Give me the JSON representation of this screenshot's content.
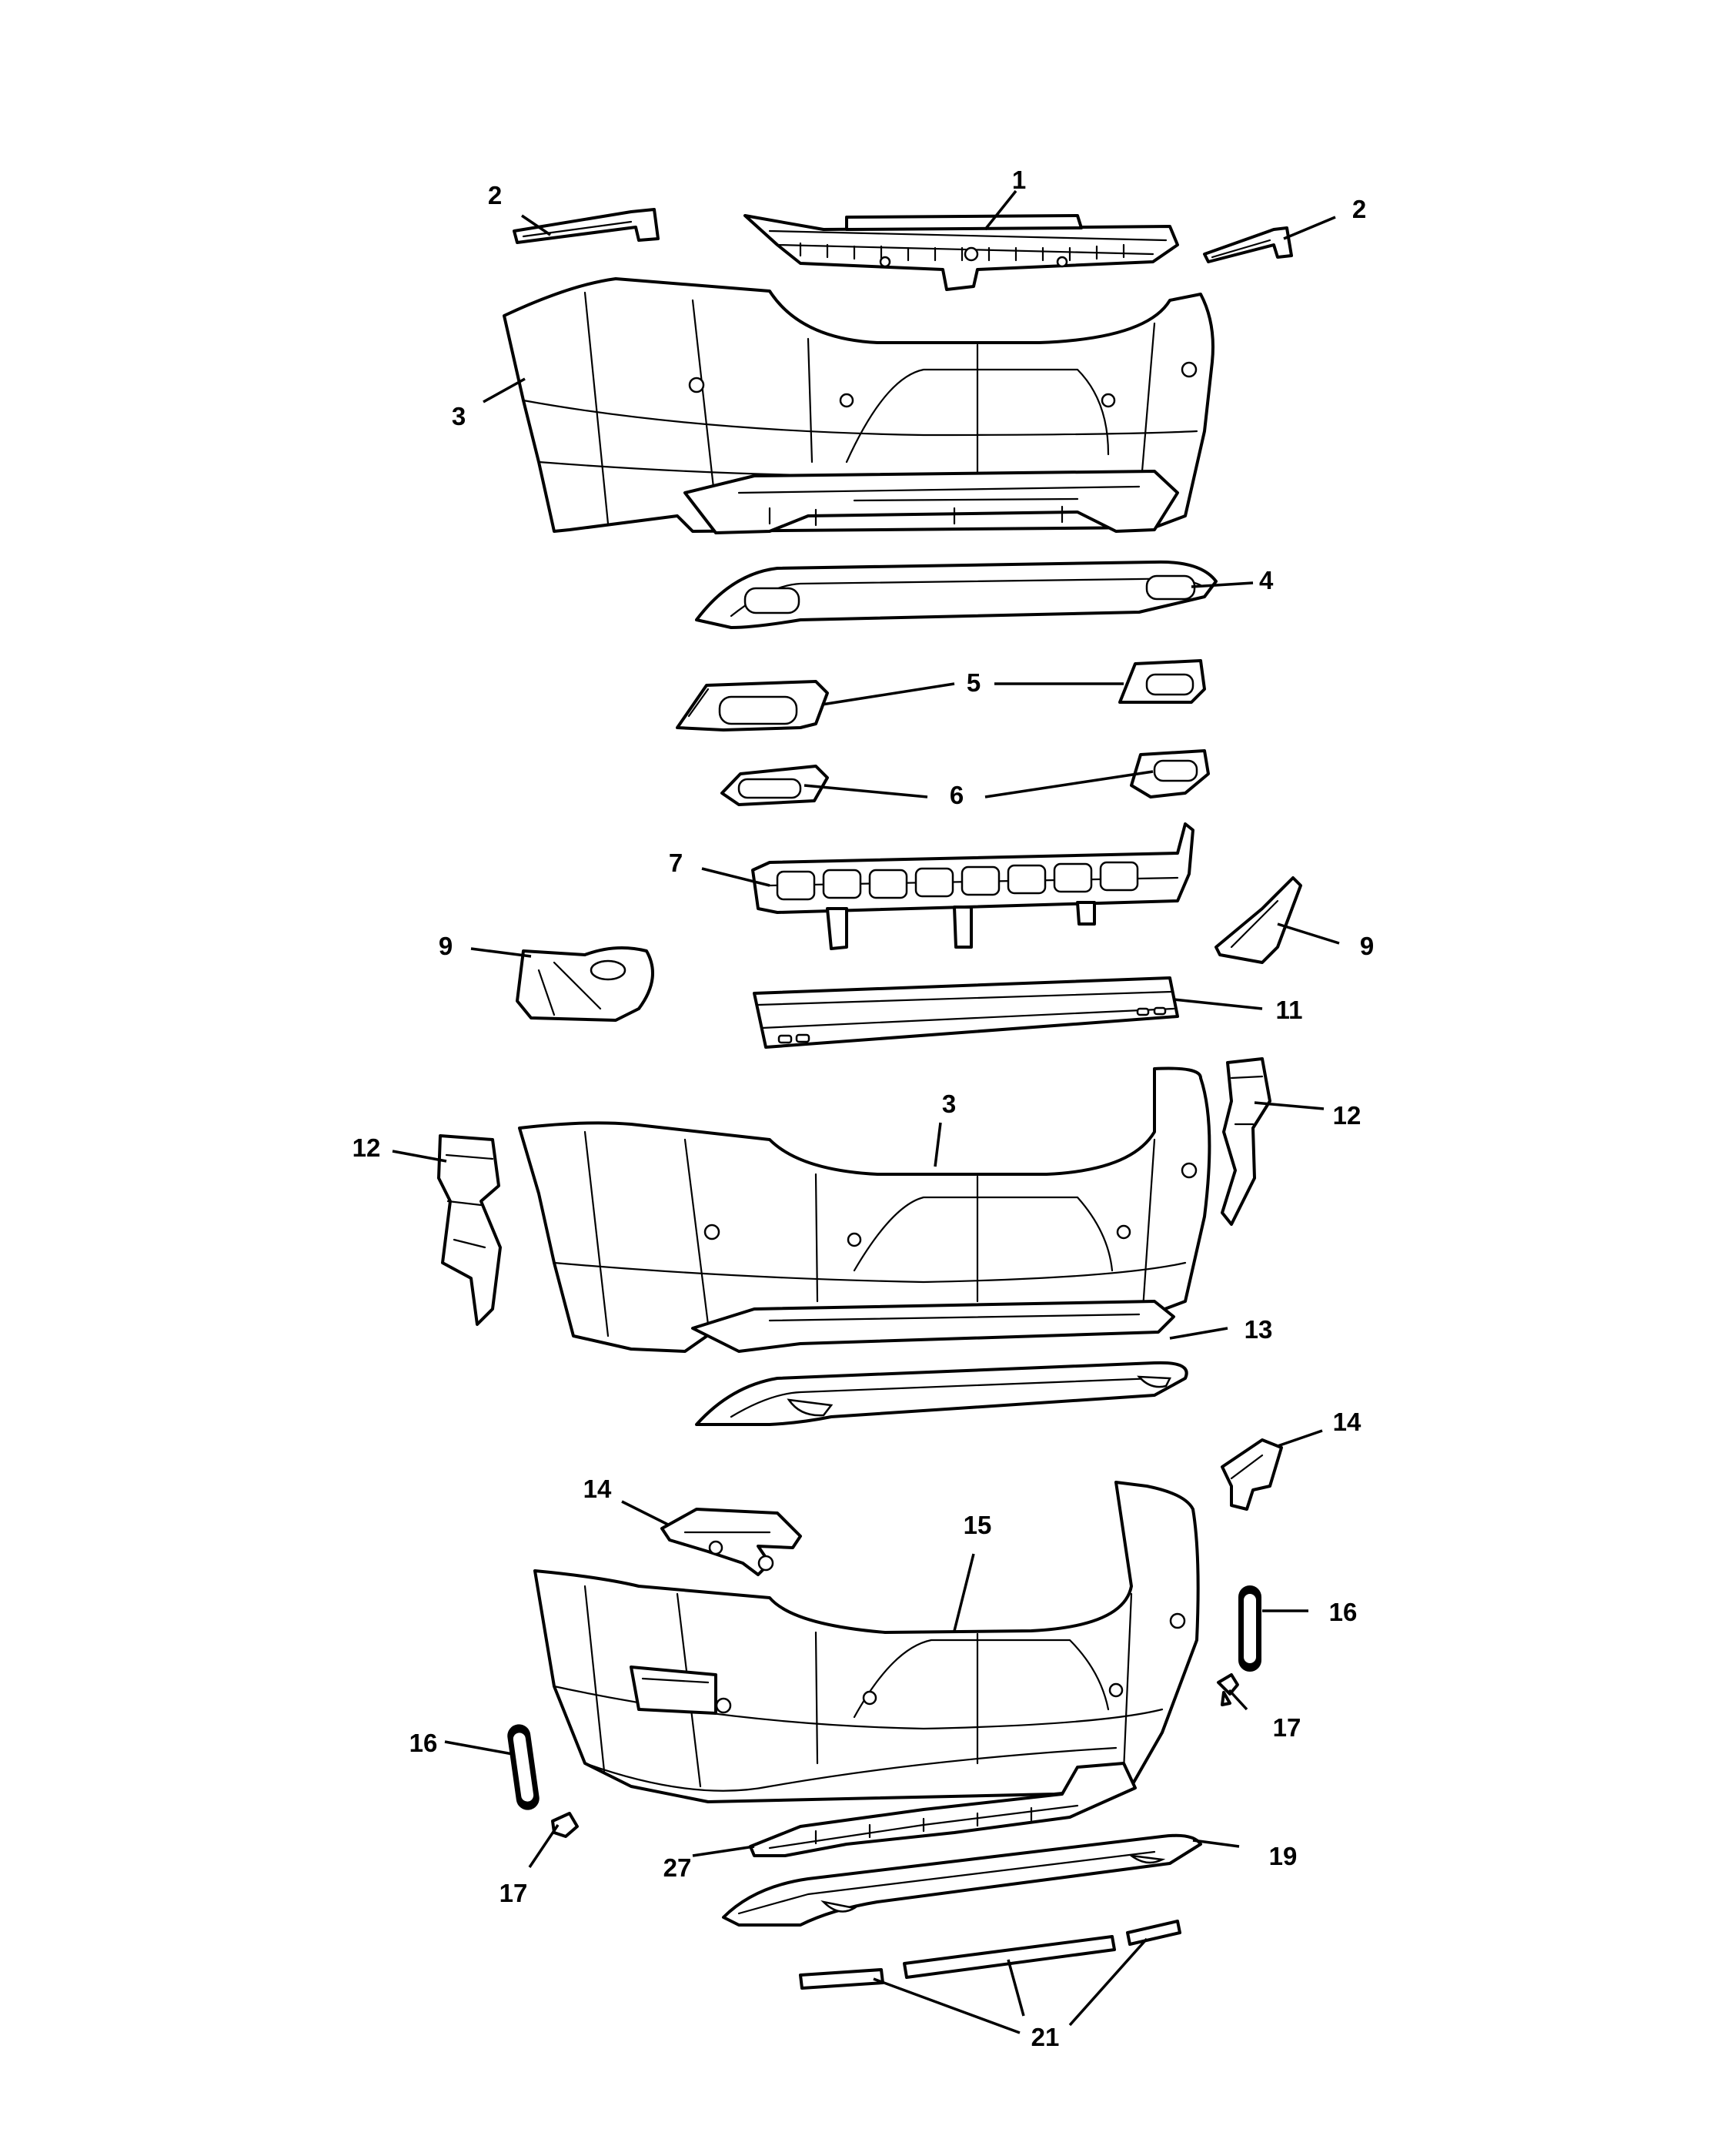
{
  "callouts": [
    {
      "id": "c1",
      "label": "1"
    },
    {
      "id": "c2a",
      "label": "2"
    },
    {
      "id": "c2b",
      "label": "2"
    },
    {
      "id": "c3a",
      "label": "3"
    },
    {
      "id": "c4",
      "label": "4"
    },
    {
      "id": "c5",
      "label": "5"
    },
    {
      "id": "c6",
      "label": "6"
    },
    {
      "id": "c7",
      "label": "7"
    },
    {
      "id": "c9a",
      "label": "9"
    },
    {
      "id": "c9b",
      "label": "9"
    },
    {
      "id": "c11",
      "label": "11"
    },
    {
      "id": "c3b",
      "label": "3"
    },
    {
      "id": "c12a",
      "label": "12"
    },
    {
      "id": "c12b",
      "label": "12"
    },
    {
      "id": "c13",
      "label": "13"
    },
    {
      "id": "c14a",
      "label": "14"
    },
    {
      "id": "c14b",
      "label": "14"
    },
    {
      "id": "c15",
      "label": "15"
    },
    {
      "id": "c16a",
      "label": "16"
    },
    {
      "id": "c16b",
      "label": "16"
    },
    {
      "id": "c17a",
      "label": "17"
    },
    {
      "id": "c17b",
      "label": "17"
    },
    {
      "id": "c27",
      "label": "27"
    },
    {
      "id": "c19",
      "label": "19"
    },
    {
      "id": "c21",
      "label": "21"
    }
  ]
}
